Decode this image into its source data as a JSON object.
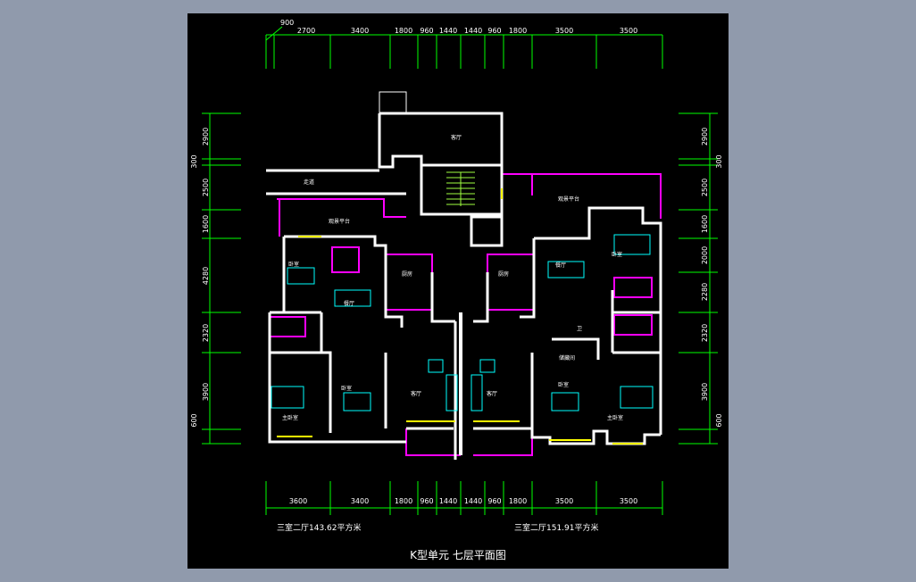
{
  "colors": {
    "background": "#909aac",
    "canvas": "#000000",
    "wall": "#ffffff",
    "dimension": "#00ff00",
    "partition": "#ff00ff",
    "window": "#ffff00",
    "furniture": "#00ffff"
  },
  "dimensions": {
    "top_extra": "900",
    "top": [
      "2700",
      "3400",
      "1800",
      "960",
      "1440",
      "1440",
      "960",
      "1800",
      "3500",
      "3500"
    ],
    "bottom": [
      "3600",
      "3400",
      "1800",
      "960",
      "1440",
      "1440",
      "960",
      "1800",
      "3500",
      "3500"
    ],
    "left": [
      "2900",
      "300",
      "2500",
      "1600",
      "4280",
      "2320",
      "3900",
      "600"
    ],
    "right": [
      "2900",
      "300",
      "2500",
      "1600",
      "2000",
      "2280",
      "2320",
      "3900",
      "600"
    ]
  },
  "rooms": {
    "top_hall": "客厅",
    "corridor": "走道",
    "balcony_left": "观景平台",
    "balcony_right": "观景平台",
    "bedroom_l1": "卧室",
    "dining_l": "餐厅",
    "kitchen_l": "厨房",
    "kitchen_r": "厨房",
    "dining_r": "餐厅",
    "bedroom_r1": "卧室",
    "toilet_r": "卫",
    "bath_r": "储藏间",
    "master_l": "主卧室",
    "bedroom_l2": "卧室",
    "living_l": "客厅",
    "living_r": "客厅",
    "bedroom_r2": "卧室",
    "master_r": "主卧室"
  },
  "footer": {
    "area_left": "三室二厅143.62平方米",
    "area_right": "三室二厅151.91平方米",
    "title": "K型单元 七层平面图"
  }
}
